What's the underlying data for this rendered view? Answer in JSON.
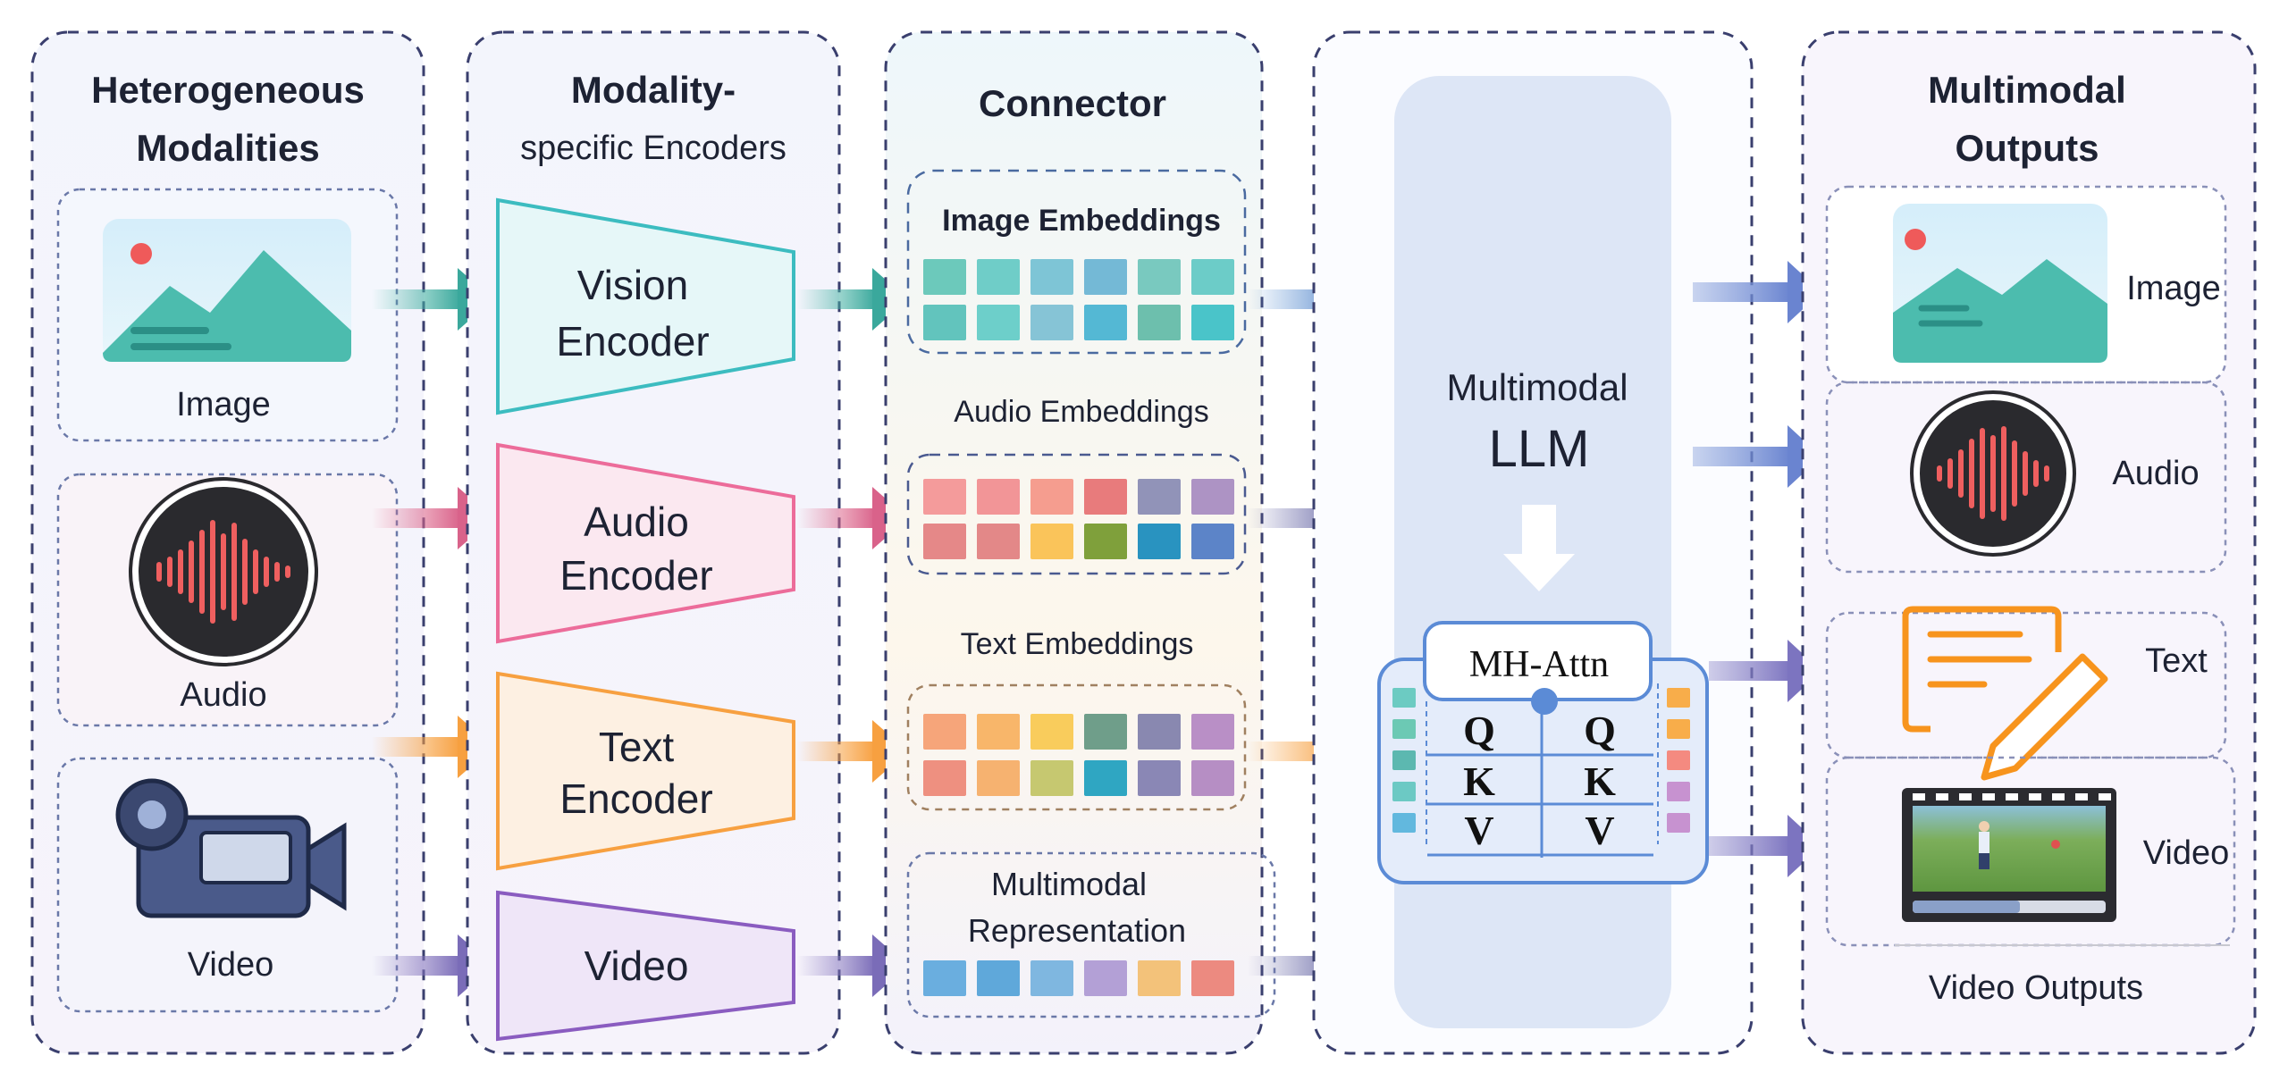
{
  "columns": {
    "modalities": {
      "title_line1": "Heterogeneous",
      "title_line2": "Modalities",
      "items": [
        "Image",
        "Audio",
        "Video"
      ]
    },
    "encoders": {
      "title_line1": "Modality-",
      "title_line2": "specific Encoders",
      "vision_line1": "Vision",
      "vision_line2": "Encoder",
      "audio_line1": "Audio",
      "audio_line2": "Encoder",
      "text_line1": "Text",
      "text_line2": "Encoder",
      "video": "Video"
    },
    "connector": {
      "title": "Connector",
      "image_label": "Image Embeddings",
      "audio_label": "Audio Embeddings",
      "text_label": "Text Embeddings",
      "mm_line1": "Multimodal",
      "mm_line2": "Representation"
    },
    "llm": {
      "line1": "Multimodal",
      "line2": "LLM",
      "attn_label": "MH-Attn",
      "rows": [
        "Q",
        "K",
        "V"
      ]
    },
    "outputs": {
      "title_line1": "Multimodal",
      "title_line2": "Outputs",
      "items": [
        "Image",
        "Audio",
        "Text",
        "Video"
      ],
      "footer": "Video Outputs"
    }
  },
  "embeddings": {
    "image": [
      [
        "#6cc9bb",
        "#6fcdc8",
        "#7ec5d6",
        "#74b9d6",
        "#79c9bf",
        "#6cccc8"
      ],
      [
        "#62c4bd",
        "#6dcfca",
        "#86c4d6",
        "#54b8d4",
        "#6dbfad",
        "#4ac4c9"
      ]
    ],
    "audio": [
      [
        "#f49b9b",
        "#f29597",
        "#f59d8f",
        "#e87b7c",
        "#9193b8",
        "#ad93c4"
      ],
      [
        "#e58888",
        "#e38888",
        "#fac45a",
        "#7fa03b",
        "#2993c0",
        "#5c84c8"
      ]
    ],
    "text": [
      [
        "#f6a57a",
        "#f8b66a",
        "#f9cc5c",
        "#6f9e8a",
        "#8988b0",
        "#b98fc6"
      ],
      [
        "#ee9080",
        "#f6b270",
        "#c6c870",
        "#2fa6c2",
        "#8a87b5",
        "#b68ec4"
      ]
    ],
    "multimodal": [
      [
        "#6aaedf",
        "#5fa8da",
        "#7fb7e0",
        "#b3a0d6",
        "#f3c27a",
        "#ec8a80"
      ]
    ]
  },
  "attn_tokens": {
    "left": [
      "#6ccbc2",
      "#6cc9b4",
      "#5cb8b0",
      "#6cc9c4",
      "#62b8de"
    ],
    "right": [
      "#f8ad4a",
      "#f8ad4a",
      "#f48a80",
      "#c792d0",
      "#c792d0"
    ]
  },
  "colors": {
    "vision": "#3cbcc0",
    "audio": "#ec6c9a",
    "text": "#f7a040",
    "video": "#8a5cc0",
    "llm": "#5b8bd6",
    "border": "#3a3f6e"
  }
}
